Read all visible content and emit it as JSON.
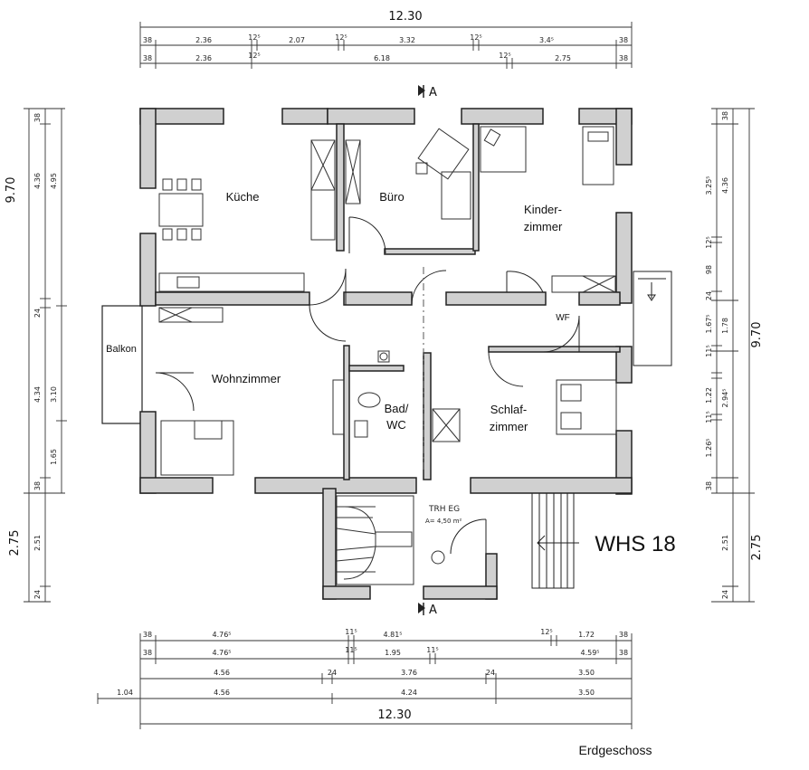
{
  "rooms": {
    "kueche": "Küche",
    "buero": "Büro",
    "kinder_line1": "Kinder-",
    "kinder_line2": "zimmer",
    "wohnzimmer": "Wohnzimmer",
    "balkon": "Balkon",
    "bad_line1": "Bad/",
    "bad_line2": "WC",
    "schlaf_line1": "Schlaf-",
    "schlaf_line2": "zimmer",
    "wf": "WF",
    "trh_line1": "TRH EG",
    "trh_line2": "A= 4,50 m²"
  },
  "labels": {
    "building": "WHS 18",
    "floor": "Erdgeschoss",
    "section_top": "A",
    "section_bottom": "A"
  },
  "dimensions": {
    "top_total": "12.30",
    "top_row1": [
      "38",
      "2.36",
      "12⁵",
      "2.07",
      "12⁵",
      "3.32",
      "12⁵",
      "3.4⁵",
      "38"
    ],
    "top_row2": [
      "38",
      "2.36",
      "12⁵",
      "6.18",
      "12⁵",
      "2.75",
      "38"
    ],
    "left_total": "9.70",
    "left_row_a": [
      "38",
      "4.36",
      "24",
      "4.34",
      "38"
    ],
    "left_row_b": [
      "4.95",
      "3.10",
      "1.65"
    ],
    "left_lower": [
      "2.75",
      "2.51",
      "24"
    ],
    "right_total": "9.70",
    "right_row_a": [
      "38",
      "3.25⁵",
      "12⁵",
      "98",
      "24",
      "1.67⁵",
      "11⁵",
      "1.22",
      "11⁵",
      "1.26⁵",
      "38"
    ],
    "right_row_b": [
      "4.36",
      "1.78",
      "2.94⁵"
    ],
    "right_lower": [
      "2.51",
      "24",
      "2.75"
    ],
    "bottom_row1": [
      "38",
      "4.76⁵",
      "11⁵",
      "4.81⁵",
      "12⁵",
      "1.72",
      "38"
    ],
    "bottom_row2": [
      "38",
      "4.76⁵",
      "11⁵",
      "1.95",
      "11⁵",
      "4.59⁵",
      "38"
    ],
    "bottom_row3": [
      "4.56",
      "24",
      "3.76",
      "24",
      "3.50"
    ],
    "bottom_row4": [
      "1.04",
      "4.56",
      "4.24",
      "3.50"
    ],
    "bottom_total": "12.30"
  }
}
